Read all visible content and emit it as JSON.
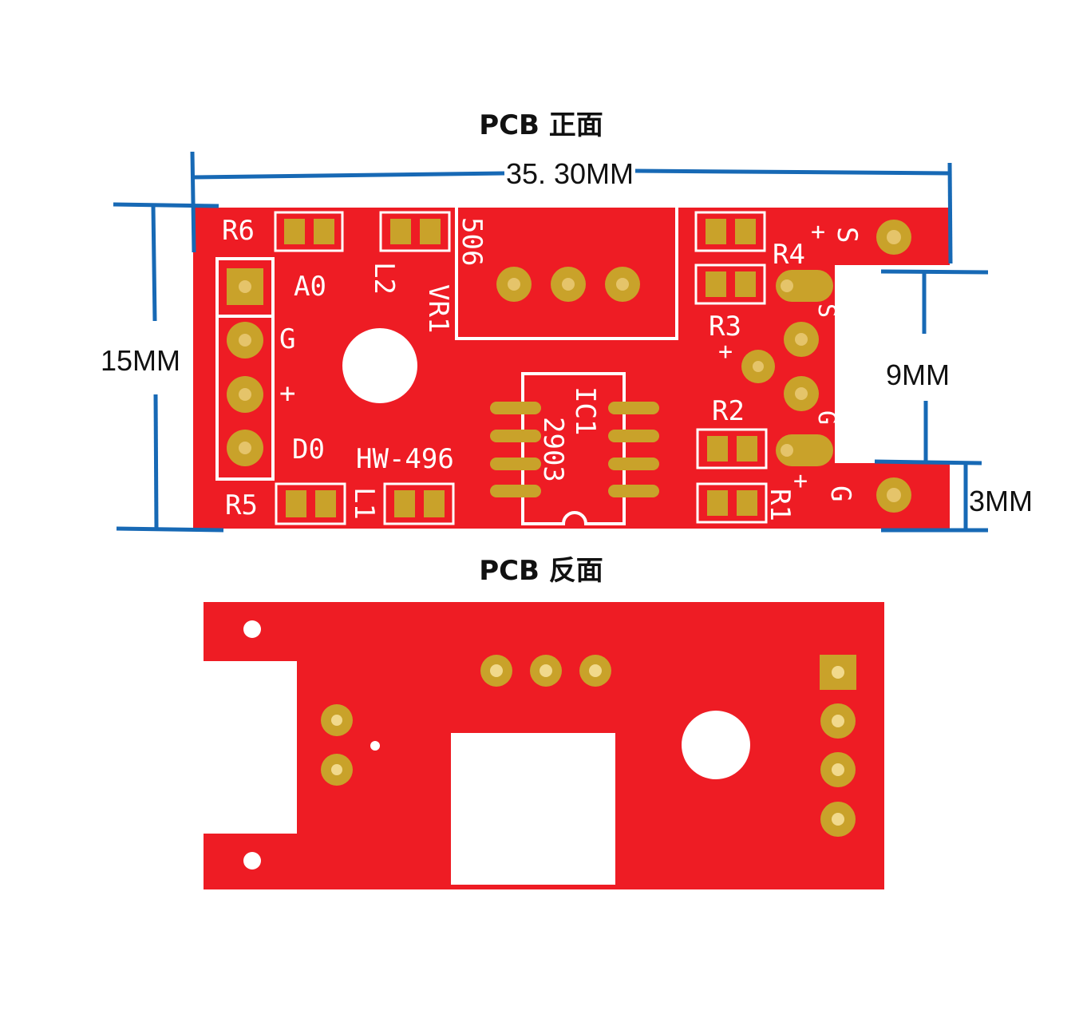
{
  "front": {
    "title": "PCB 正面",
    "dim_width": "35. 30MM",
    "dim_height": "15MM",
    "dim_slot": "9MM",
    "dim_edge": "3MM",
    "labels": {
      "r6": "R6",
      "a0": "A0",
      "l2": "L2",
      "vr1": "VR1",
      "pot": "506",
      "g_left": "G",
      "plus_left": "+",
      "d0": "D0",
      "model": "HW-496",
      "r5": "R5",
      "l1": "L1",
      "ic1": "IC1",
      "ic_part": "2903",
      "r4": "R4",
      "r3": "R3",
      "r2": "R2",
      "r1": "R1",
      "s_top": "S",
      "plus_top": "+",
      "s_sensor": "S",
      "plus_sensor": "+",
      "g_sensor": "G",
      "plus_bottom": "+",
      "g_bottom": "G"
    }
  },
  "back": {
    "title": "PCB 反面"
  },
  "colors": {
    "board": "#ee1c24",
    "pad": "#c9a22a",
    "silk": "#ffffff",
    "dimension": "#1769b5"
  }
}
